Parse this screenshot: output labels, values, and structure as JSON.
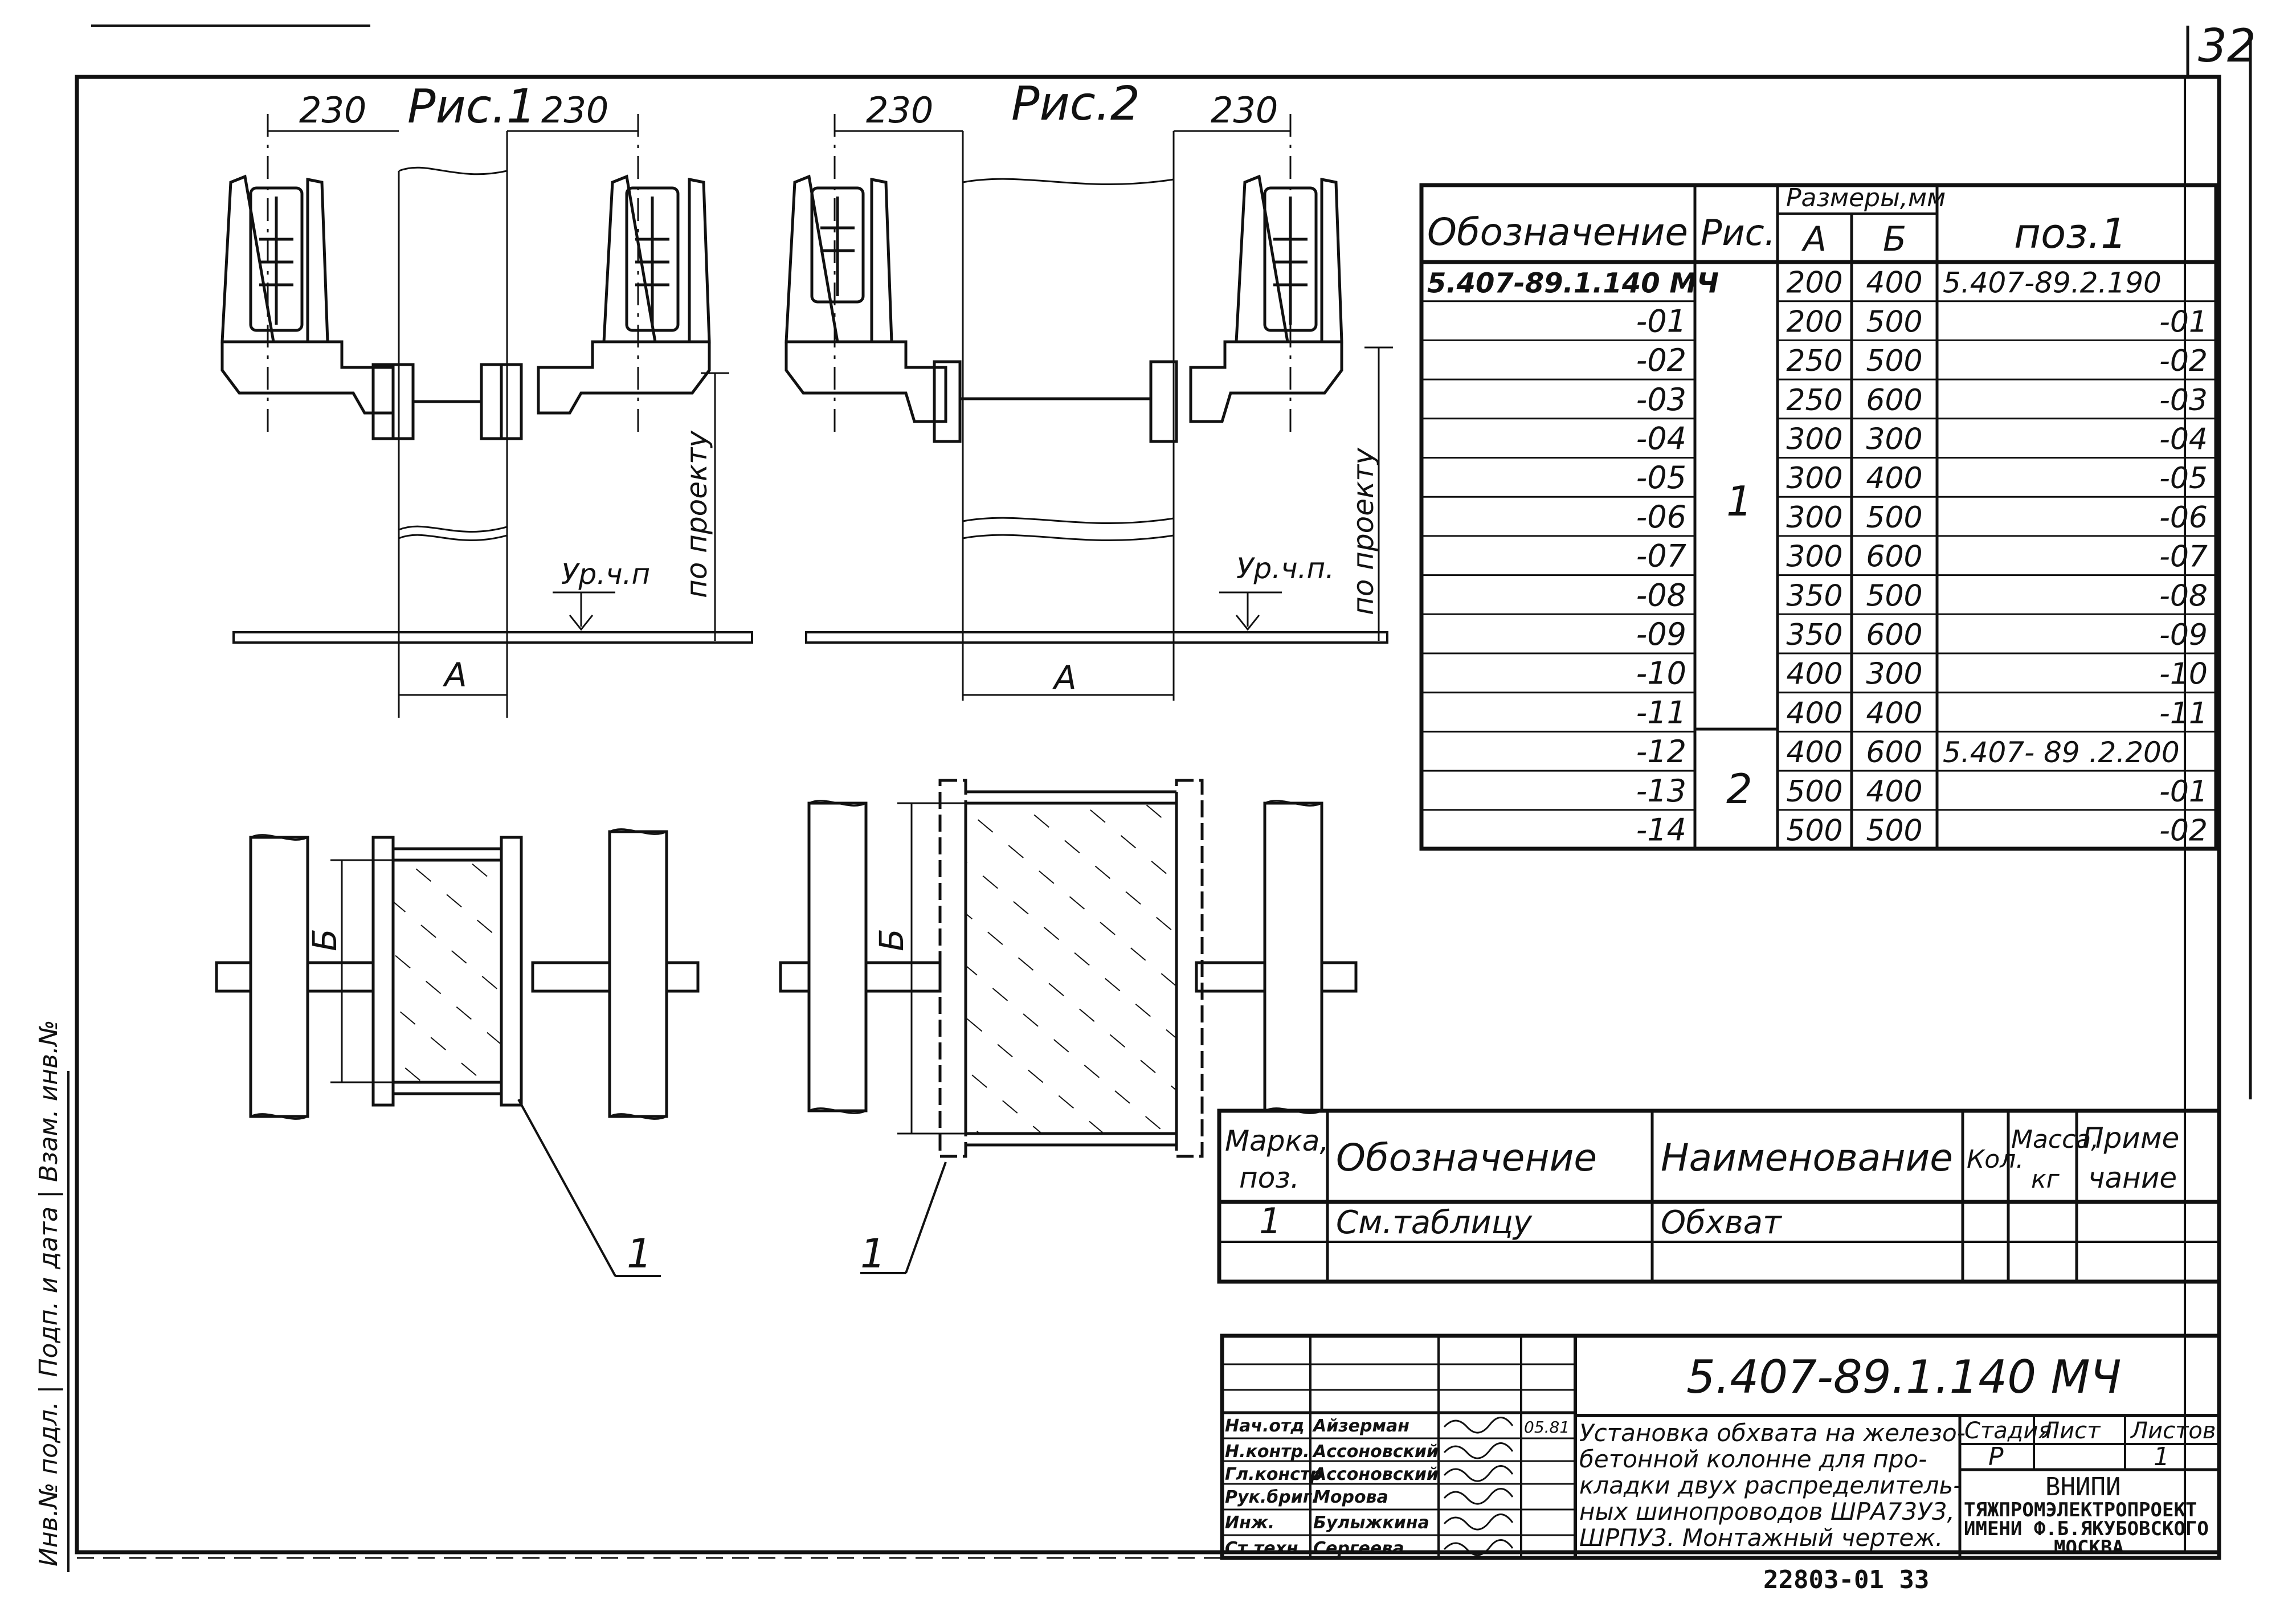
{
  "sheet": {
    "page_number": "32",
    "left_margin_stamp": "Инв.№ подл. | Подп. и дата | Взам. инв.№",
    "archive_number": "22803-01   33"
  },
  "fig1": {
    "title": "Рис.1",
    "dim_left": "230",
    "dim_right": "230",
    "level_label": "Ур.ч.п",
    "per_project": "по проекту",
    "dim_a": "А",
    "dim_b": "Б",
    "callout": "1"
  },
  "fig2": {
    "title": "Рис.2",
    "dim_left": "230",
    "dim_right": "230",
    "level_label": "Ур.ч.п.",
    "per_project": "по проекту",
    "dim_a": "А",
    "dim_b": "Б",
    "callout": "1"
  },
  "size_table": {
    "headers": {
      "designation": "Обозначение",
      "fig": "Рис.",
      "sizes": "Размеры,мм",
      "a": "А",
      "b": "Б",
      "pos": "поз.1"
    },
    "rows": [
      {
        "designation": "5.407-89.1.140 МЧ",
        "a": "200",
        "b": "400",
        "pos": "5.407-89.2.190"
      },
      {
        "designation": "-01",
        "a": "200",
        "b": "500",
        "pos": "-01"
      },
      {
        "designation": "-02",
        "a": "250",
        "b": "500",
        "pos": "-02"
      },
      {
        "designation": "-03",
        "a": "250",
        "b": "600",
        "pos": "-03"
      },
      {
        "designation": "-04",
        "a": "300",
        "b": "300",
        "pos": "-04"
      },
      {
        "designation": "-05",
        "a": "300",
        "b": "400",
        "pos": "-05"
      },
      {
        "designation": "-06",
        "a": "300",
        "b": "500",
        "pos": "-06"
      },
      {
        "designation": "-07",
        "a": "300",
        "b": "600",
        "pos": "-07"
      },
      {
        "designation": "-08",
        "a": "350",
        "b": "500",
        "pos": "-08"
      },
      {
        "designation": "-09",
        "a": "350",
        "b": "600",
        "pos": "-09"
      },
      {
        "designation": "-10",
        "a": "400",
        "b": "300",
        "pos": "-10"
      },
      {
        "designation": "-11",
        "a": "400",
        "b": "400",
        "pos": "-11"
      },
      {
        "designation": "-12",
        "a": "400",
        "b": "600",
        "pos": "5.407- 89 .2.200"
      },
      {
        "designation": "-13",
        "a": "500",
        "b": "400",
        "pos": "-01"
      },
      {
        "designation": "-14",
        "a": "500",
        "b": "500",
        "pos": "-02"
      }
    ],
    "fig_groups": [
      "1",
      "2"
    ]
  },
  "spec_table": {
    "headers": {
      "mark": "Марка, поз.",
      "designation": "Обозначение",
      "name": "Наименование",
      "qty": "Кол.",
      "mass": "Масса, кг",
      "note": "Приме чание"
    },
    "rows": [
      {
        "mark": "1",
        "designation": "См.таблицу",
        "name": "Обхват",
        "qty": "",
        "mass": "",
        "note": ""
      }
    ]
  },
  "title_block": {
    "doc_code": "5.407-89.1.140 МЧ",
    "description": [
      "Установка обхвата на железо-",
      "бетонной колонне для про-",
      "кладки двух распределитель-",
      "ных шинопроводов ШРА73У3,",
      "ШРПУ3. Монтажный чертеж."
    ],
    "stage_label": "Стадия",
    "sheet_label": "Лист",
    "sheets_label": "Листов",
    "stage": "Р",
    "sheet": "",
    "sheets": "1",
    "org": [
      "ВНИПИ",
      "ТЯЖПРОМЭЛЕКТРОПРОЕКТ",
      "ИМЕНИ Ф.Б.ЯКУБОВСКОГО",
      "МОСКВА"
    ],
    "date": "05.81",
    "sign_rows": [
      {
        "role": "Нач.отд",
        "name": "Айзерман"
      },
      {
        "role": "Н.контр.",
        "name": "Ассоновский"
      },
      {
        "role": "Гл.констр",
        "name": "Ассоновский"
      },
      {
        "role": "Рук.бриг.",
        "name": "Морова"
      },
      {
        "role": "Инж.",
        "name": "Булыжкина"
      },
      {
        "role": "Ст.техн.",
        "name": "Сергеева"
      }
    ]
  }
}
